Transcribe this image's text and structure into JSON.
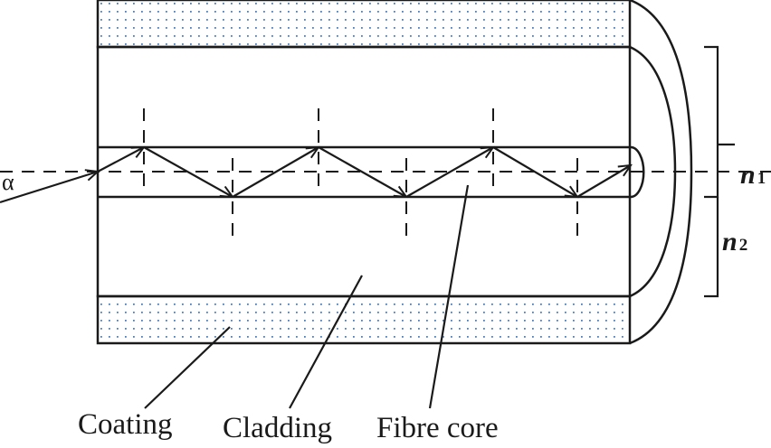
{
  "labels": {
    "alpha": "α",
    "coating": "Coating",
    "cladding": "Cladding",
    "core": "Fibre core",
    "n1_symbol": "n",
    "n1_sub": "1",
    "n2_symbol": "n",
    "n2_sub": "2"
  },
  "colors": {
    "line": "#1a1a1a",
    "coating_dots": "#4a7fc1",
    "background": "#ffffff"
  }
}
